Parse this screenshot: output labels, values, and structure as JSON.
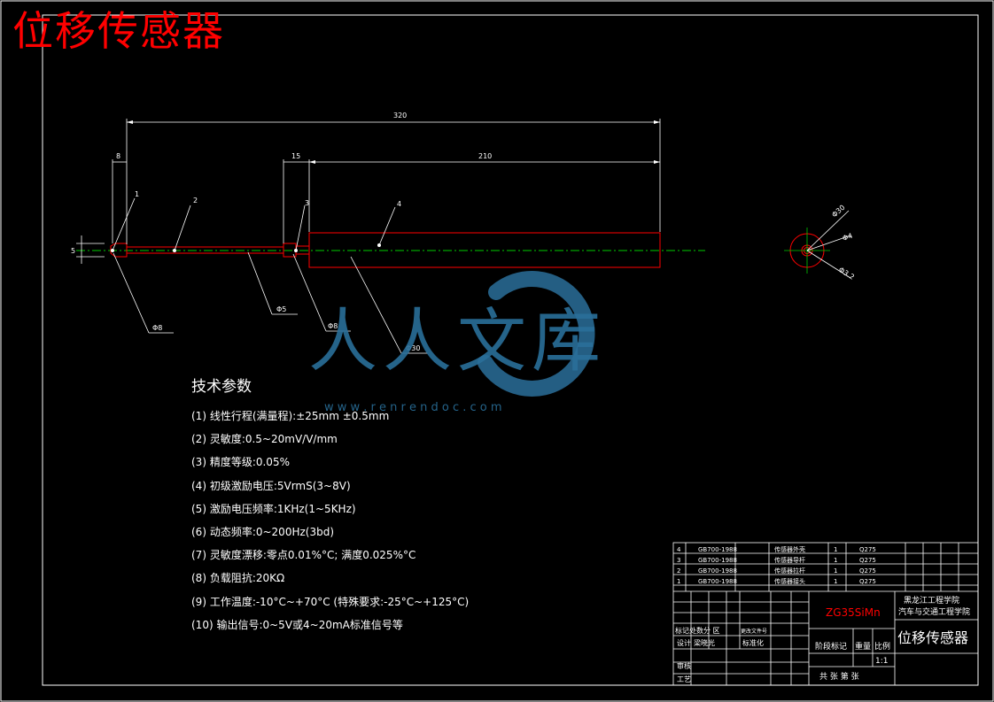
{
  "title": "位移传感器",
  "dimensions": {
    "overall": "320",
    "flange_width": "8",
    "gap": "15",
    "body_length": "210",
    "tip_height": "5"
  },
  "part_numbers": [
    "1",
    "2",
    "3",
    "4"
  ],
  "diameter_labels": {
    "left": "Φ8",
    "rod": "Φ5",
    "mid": "Φ8",
    "body": "Φ30"
  },
  "section_labels": {
    "outer": "Φ30",
    "mid": "Φ4",
    "inner": "Φ3.2"
  },
  "tech": {
    "heading": "技术参数",
    "items": [
      "(1) 线性行程(满量程):±25mm ±0.5mm",
      "(2) 灵敏度:0.5~20mV/V/mm",
      "(3) 精度等级:0.05%",
      "(4) 初级激励电压:5VrmS(3~8V)",
      "(5) 激励电压频率:1KHz(1~5KHz)",
      "(6) 动态频率:0~200Hz(3bd)",
      "(7) 灵敏度漂移:零点0.01%°C; 满度0.025%°C",
      "(8) 负载阻抗:20KΩ",
      "(9) 工作温度:-10°C~+70°C (特殊要求:-25°C~+125°C)",
      "(10) 输出信号:0~5V或4~20mA标准信号等"
    ]
  },
  "bom": [
    {
      "no": "4",
      "std": "GB700-1988",
      "name": "传感器外壳",
      "qty": "1",
      "mat": "Q275"
    },
    {
      "no": "3",
      "std": "GB700-1988",
      "name": "传感器导杆",
      "qty": "1",
      "mat": "Q275"
    },
    {
      "no": "2",
      "std": "GB700-1988",
      "name": "传感器拉杆",
      "qty": "1",
      "mat": "Q275"
    },
    {
      "no": "1",
      "std": "GB700-1988",
      "name": "传感器接头",
      "qty": "1",
      "mat": "Q275"
    }
  ],
  "title_block": {
    "material": "ZG35SiMn",
    "school_line1": "黑龙江工程学院",
    "school_line2": "汽车与交通工程学院",
    "drawing_name": "位移传感器",
    "stage_mark": "阶段标记",
    "weight": "重量",
    "scale": "比例",
    "scale_value": "1:1",
    "sheets": "共 张 第 张",
    "row_mark": "标记处数分 区",
    "row_mark2": "更改文件号",
    "row_design": "设计",
    "row_designer": "梁晓光",
    "row_std": "标准化",
    "row_review": "审核",
    "row_process": "工艺"
  },
  "watermark": {
    "text": "人人文库",
    "url": "w w w . r e n r e n d o c . c o m"
  },
  "colors": {
    "outline": "#ffffff",
    "part": "#ff0000",
    "centerline": "#00cc00",
    "watermark": "#2a6f9a"
  }
}
